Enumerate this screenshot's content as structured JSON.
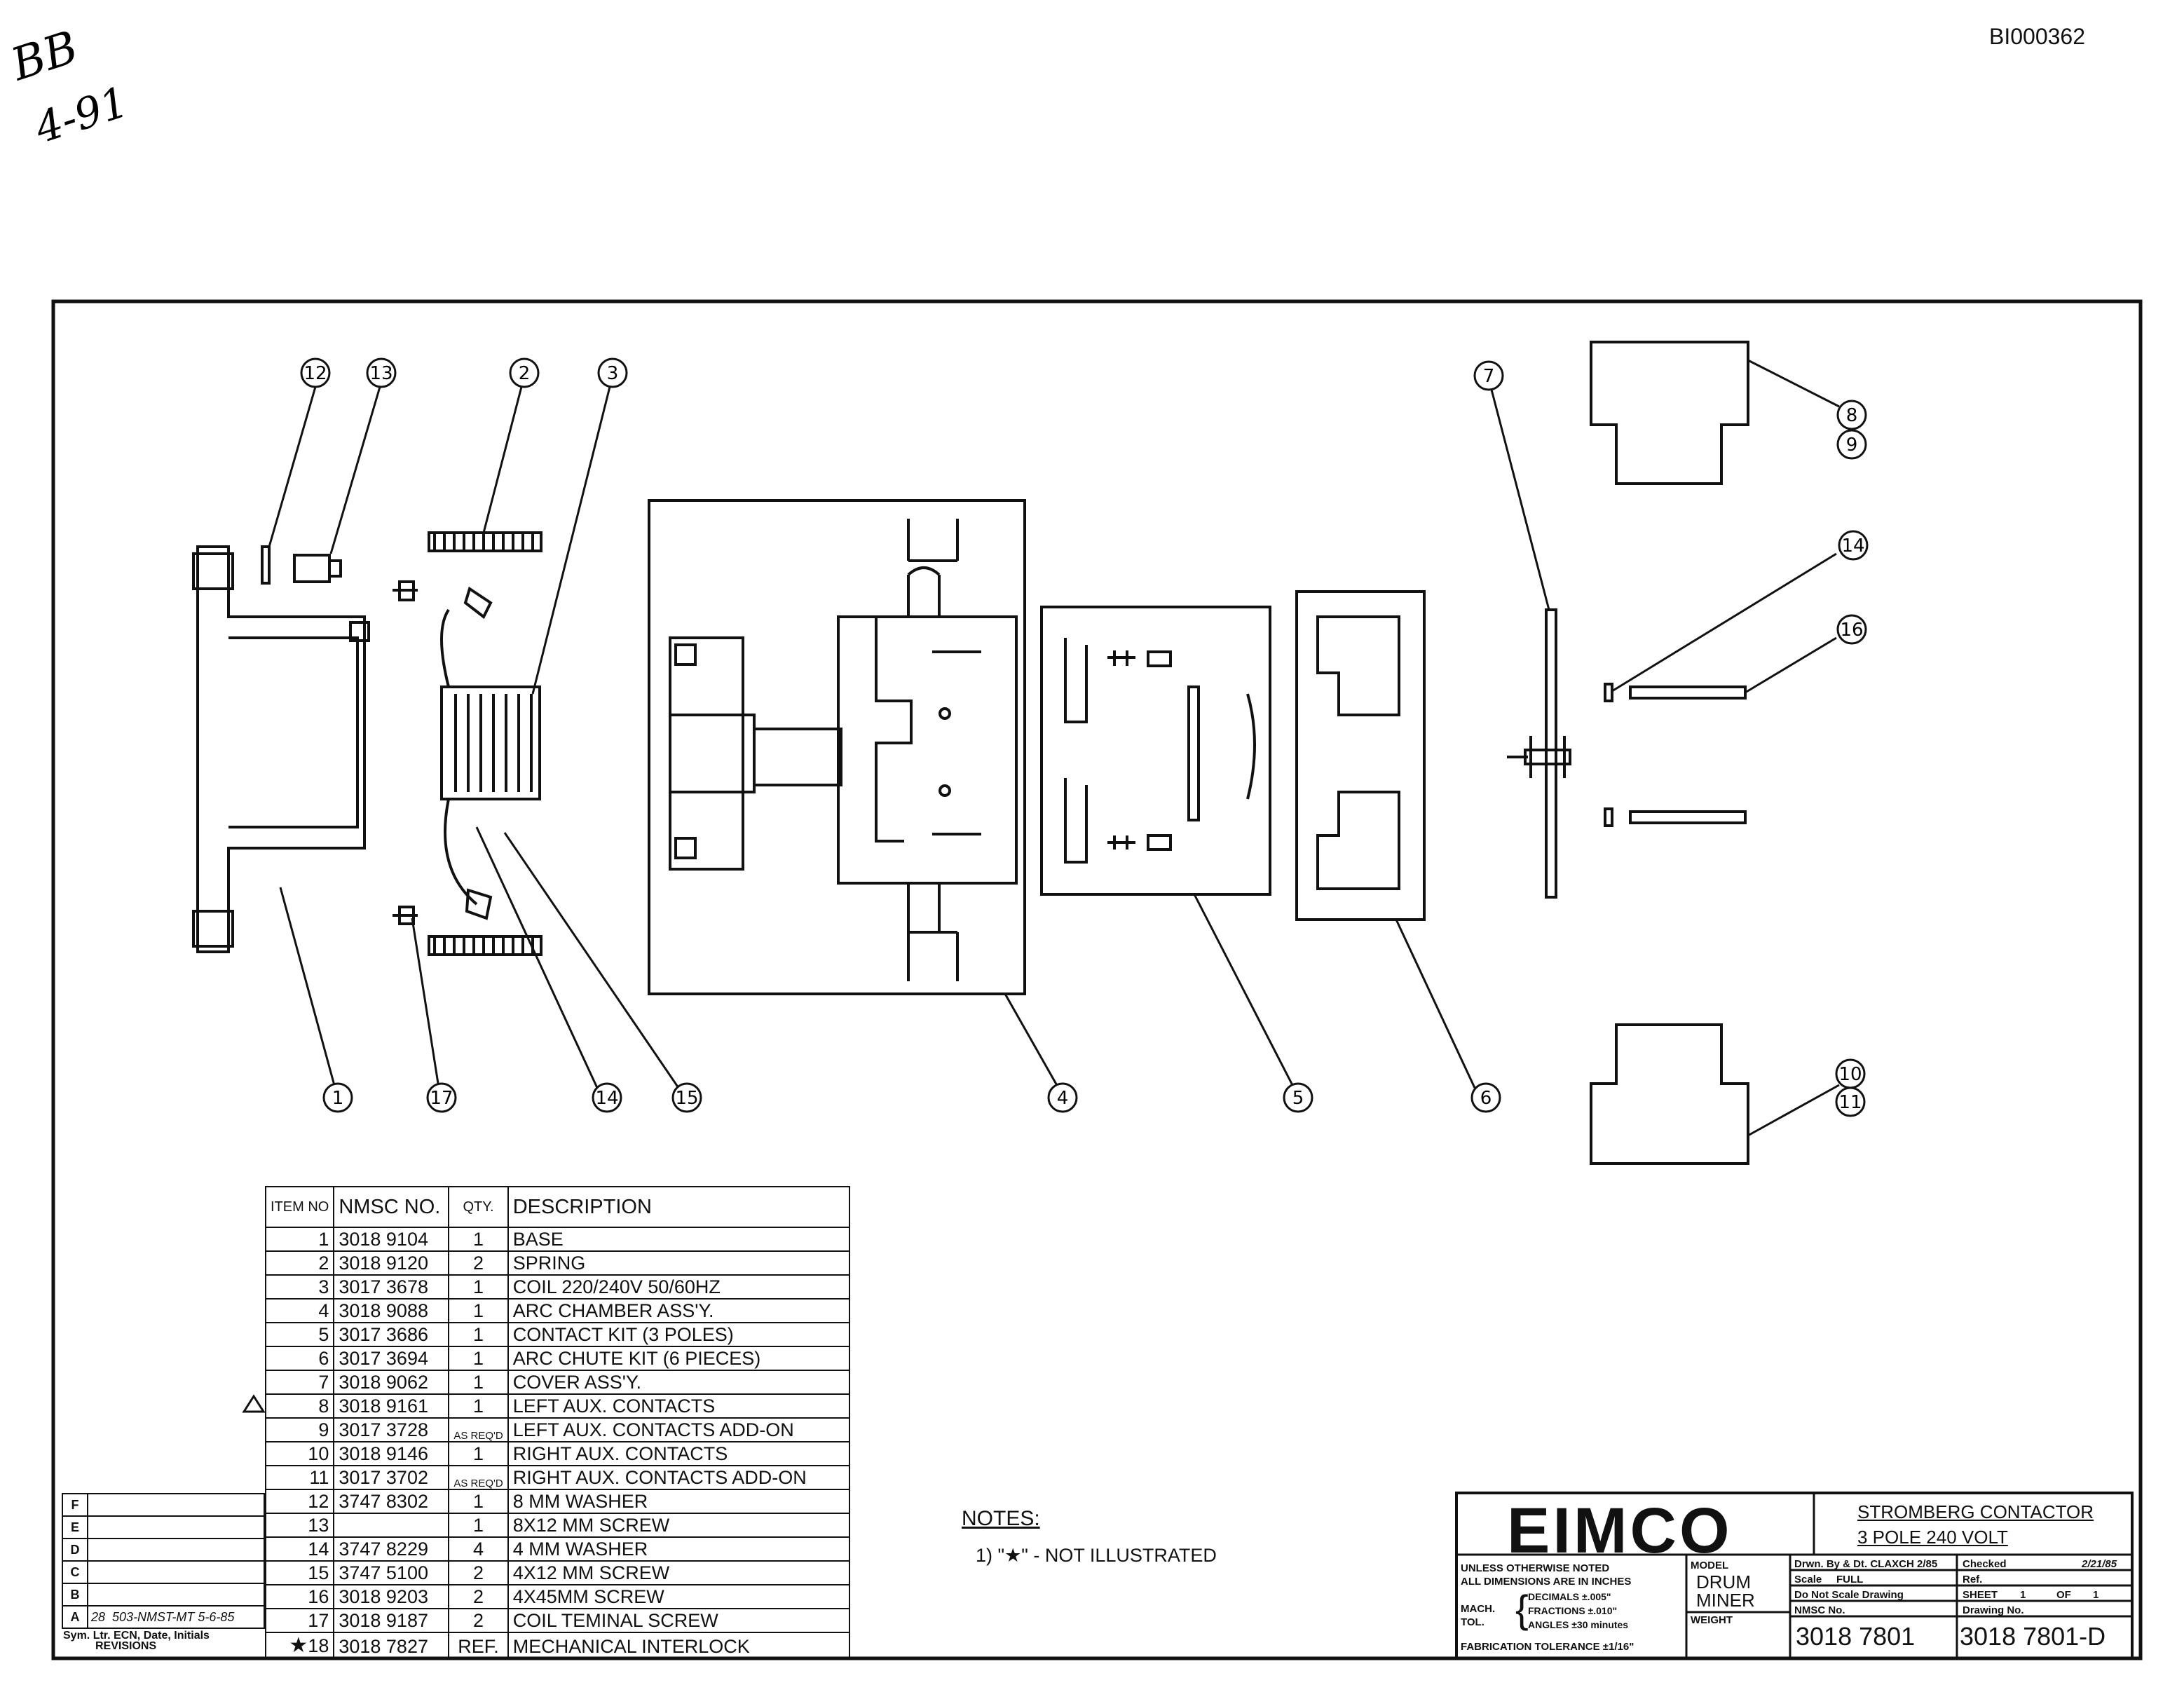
{
  "page_id": "BI000362",
  "handwritten_note": [
    "BB",
    "4-91"
  ],
  "callouts": [
    "12",
    "13",
    "2",
    "3",
    "7",
    "8",
    "9",
    "14",
    "16",
    "1",
    "17",
    "14",
    "15",
    "4",
    "5",
    "6",
    "10",
    "11"
  ],
  "parts_table": {
    "headers": {
      "item": "ITEM NO",
      "nmsc": "NMSC NO.",
      "qty": "QTY.",
      "description": "DESCRIPTION"
    },
    "rows": [
      {
        "item": "1",
        "nmsc": "3018 9104",
        "qty": "1",
        "description": "BASE"
      },
      {
        "item": "2",
        "nmsc": "3018 9120",
        "qty": "2",
        "description": "SPRING"
      },
      {
        "item": "3",
        "nmsc": "3017 3678",
        "qty": "1",
        "description": "COIL 220/240V 50/60HZ"
      },
      {
        "item": "4",
        "nmsc": "3018 9088",
        "qty": "1",
        "description": "ARC CHAMBER ASS'Y."
      },
      {
        "item": "5",
        "nmsc": "3017 3686",
        "qty": "1",
        "description": "CONTACT KIT (3 POLES)"
      },
      {
        "item": "6",
        "nmsc": "3017 3694",
        "qty": "1",
        "description": "ARC CHUTE KIT (6 PIECES)"
      },
      {
        "item": "7",
        "nmsc": "3018 9062",
        "qty": "1",
        "description": "COVER ASS'Y."
      },
      {
        "item": "8",
        "nmsc": "3018 9161",
        "qty": "1",
        "description": "LEFT AUX. CONTACTS"
      },
      {
        "item": "9",
        "nmsc": "3017 3728",
        "qty": "AS REQ'D",
        "description": "LEFT AUX. CONTACTS ADD-ON"
      },
      {
        "item": "10",
        "nmsc": "3018 9146",
        "qty": "1",
        "description": "RIGHT AUX. CONTACTS"
      },
      {
        "item": "11",
        "nmsc": "3017 3702",
        "qty": "AS REQ'D",
        "description": "RIGHT AUX. CONTACTS ADD-ON"
      },
      {
        "item": "12",
        "nmsc": "3747 8302",
        "qty": "1",
        "description": "8 MM WASHER"
      },
      {
        "item": "13",
        "nmsc": "",
        "qty": "1",
        "description": "8X12 MM SCREW"
      },
      {
        "item": "14",
        "nmsc": "3747 8229",
        "qty": "4",
        "description": "4 MM WASHER"
      },
      {
        "item": "15",
        "nmsc": "3747 5100",
        "qty": "2",
        "description": "4X12 MM SCREW"
      },
      {
        "item": "16",
        "nmsc": "3018 9203",
        "qty": "2",
        "description": "4X45MM SCREW"
      },
      {
        "item": "17",
        "nmsc": "3018 9187",
        "qty": "2",
        "description": "COIL TEMINAL SCREW"
      },
      {
        "item": "18",
        "nmsc": "3018 7827",
        "qty": "REF.",
        "description": "MECHANICAL INTERLOCK"
      }
    ]
  },
  "revisions": {
    "letters": [
      "F",
      "E",
      "D",
      "C",
      "B",
      "A"
    ],
    "entry_a": {
      "symbol": "28",
      "text": "503-NMST-MT 5-6-85"
    },
    "footer": [
      "Sym. Ltr. ECN, Date, Initials",
      "REVISIONS"
    ]
  },
  "notes": {
    "title": "NOTES:",
    "line": "1) \"★\" - NOT ILLUSTRATED"
  },
  "title_block": {
    "company": "EIMCO",
    "title_line1": "STROMBERG CONTACTOR",
    "title_line2": "3 POLE 240 VOLT",
    "tolerance_note": [
      "UNLESS OTHERWISE NOTED",
      "ALL DIMENSIONS ARE IN INCHES",
      "DECIMALS ±.005\"",
      "FRACTIONS ±.010\"",
      "ANGLES ±30 minutes",
      "MACH.",
      "TOL.",
      "FABRICATION TOLERANCE ±1/16\""
    ],
    "model_label": "MODEL",
    "model_value": "DRUM MINER",
    "weight_label": "WEIGHT",
    "drawn_by": "Drwn. By & Dt. CLAXCH 2/85",
    "checked": "Checked",
    "checked_date": "2/21/85",
    "scale_label": "Scale",
    "scale_value": "FULL",
    "ref_label": "Ref.",
    "do_not_scale": "Do Not Scale Drawing",
    "sheet_label": "SHEET",
    "sheet_value": "1",
    "of_label": "OF",
    "of_value": "1",
    "nmsc_label": "NMSC No.",
    "nmsc_value": "3018 7801",
    "drawing_label": "Drawing No.",
    "drawing_value": "3018 7801-D"
  }
}
